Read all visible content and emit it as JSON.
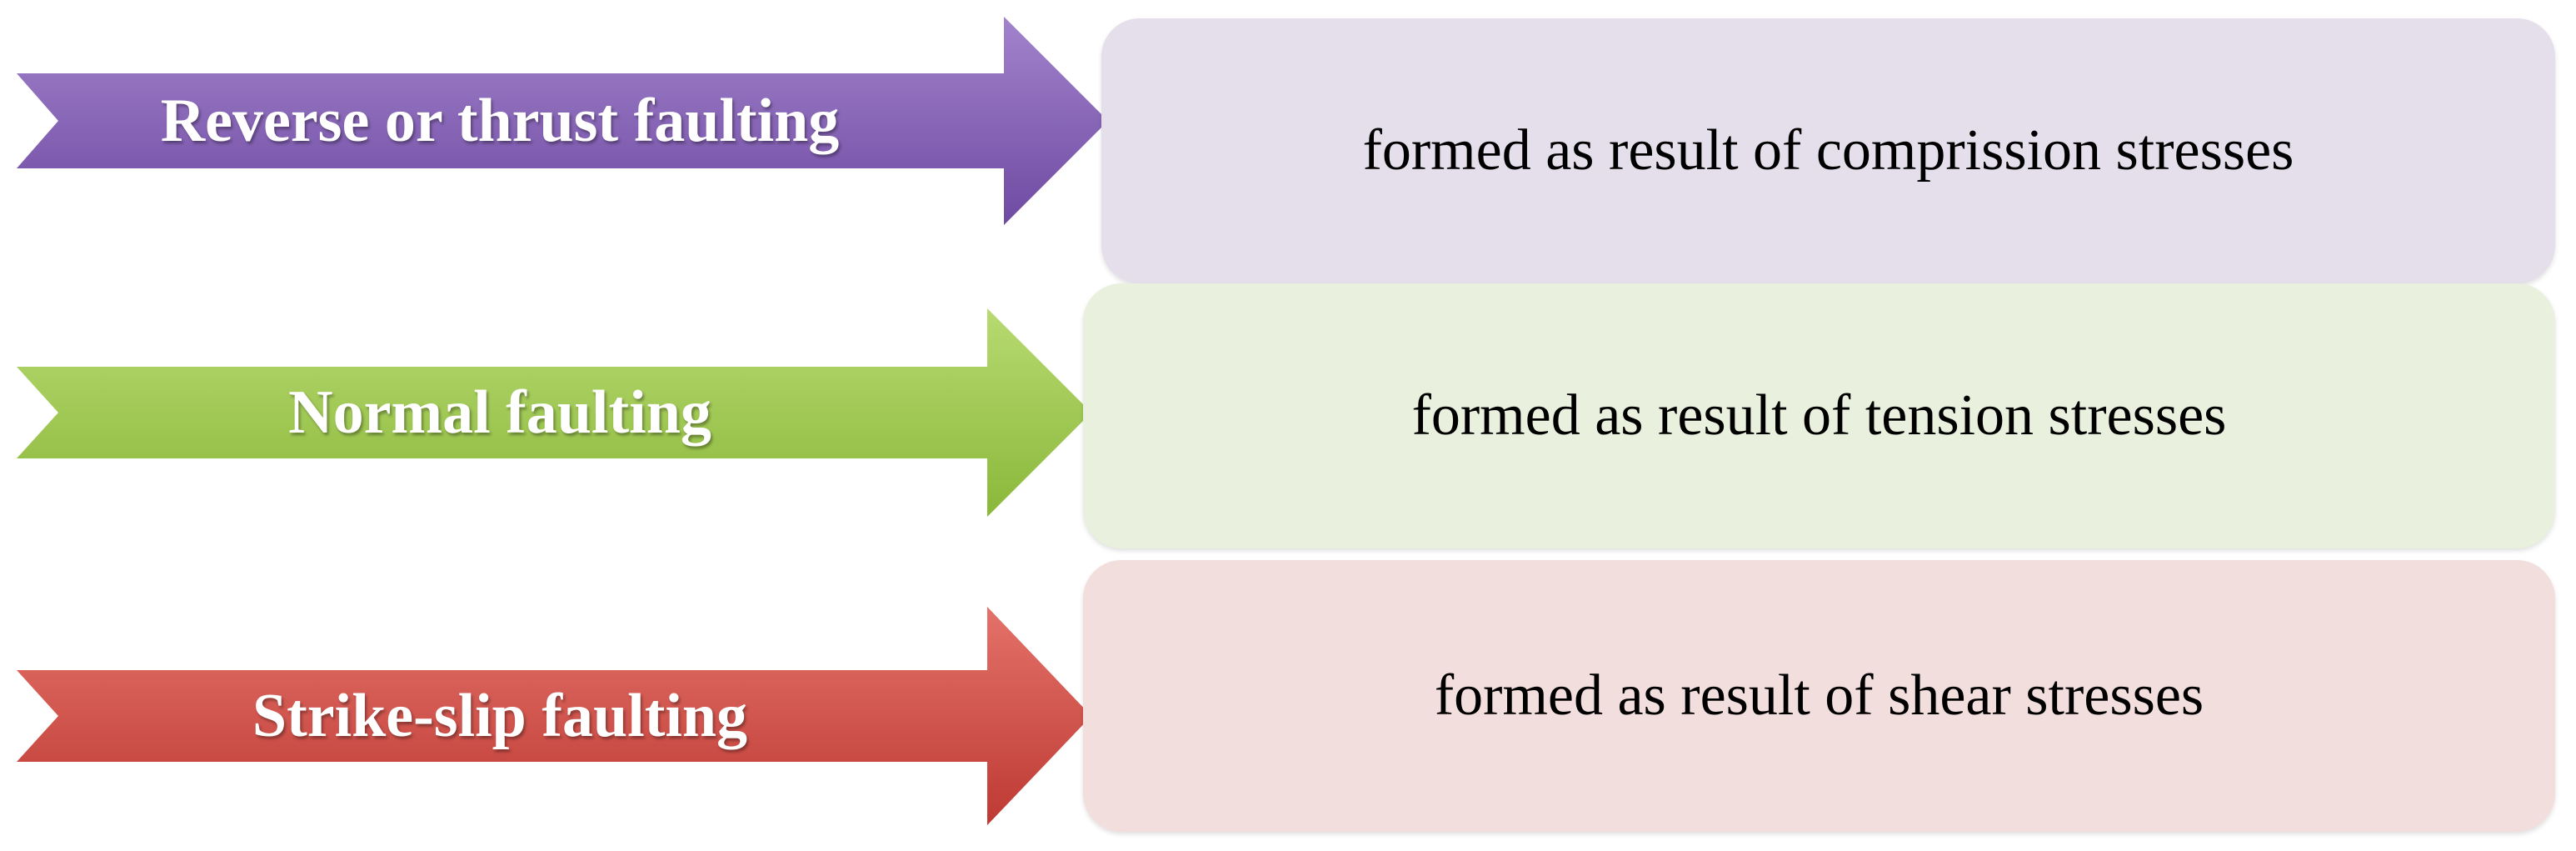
{
  "rows": [
    {
      "arrow_label": "Reverse or thrust faulting",
      "description": "formed as result of comprission stresses",
      "arrow_color_top": "#9a79c4",
      "arrow_color_bottom": "#7350a6",
      "box_color": "#e4dfeb"
    },
    {
      "arrow_label": "Normal faulting",
      "description": "formed as result of tension stresses",
      "arrow_color_top": "#b3d56a",
      "arrow_color_bottom": "#8fba3e",
      "box_color": "#e9f0dd"
    },
    {
      "arrow_label": "Strike-slip faulting",
      "description": "formed as result of shear stresses",
      "arrow_color_top": "#e06a63",
      "arrow_color_bottom": "#c03d36",
      "box_color": "#f3dede"
    }
  ]
}
